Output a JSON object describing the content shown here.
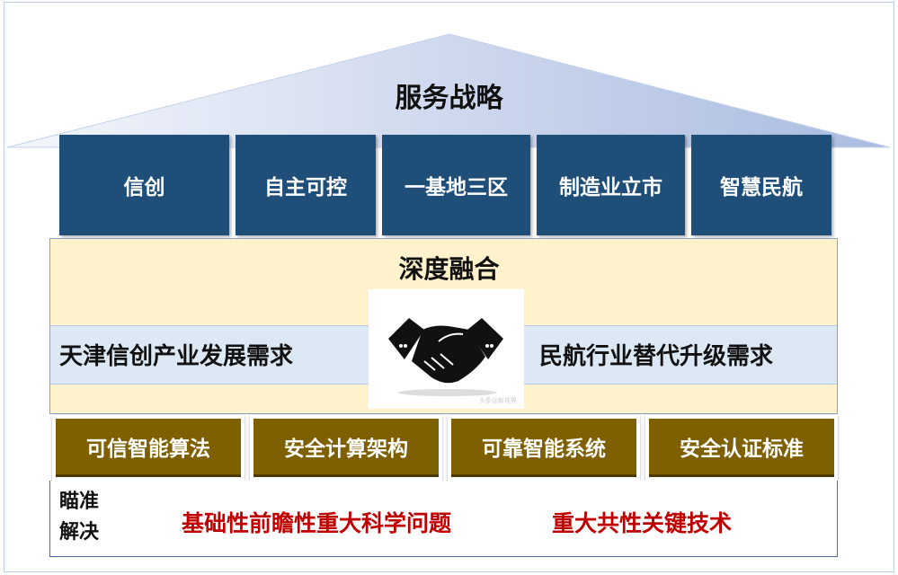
{
  "title": "服务战略",
  "pillars": [
    "信创",
    "自主可控",
    "一基地三区",
    "制造业立市",
    "智慧民航"
  ],
  "fusion": "深度融合",
  "needs": {
    "left": "天津信创产业发展需求",
    "right": "民航行业替代升级需求"
  },
  "watermark": "头条@新视界",
  "tech": [
    "可信智能算法",
    "安全计算架构",
    "可靠智能系统",
    "安全认证标准"
  ],
  "aim": {
    "line1": "瞄准",
    "line2": "解决"
  },
  "problems": [
    "基础性前瞻性重大科学问题",
    "重大共性关键技术"
  ],
  "colors": {
    "pillar": "#1f4e79",
    "tech": "#7f6000",
    "problem": "#c00000",
    "fusion_bg": "#fff2cc"
  }
}
